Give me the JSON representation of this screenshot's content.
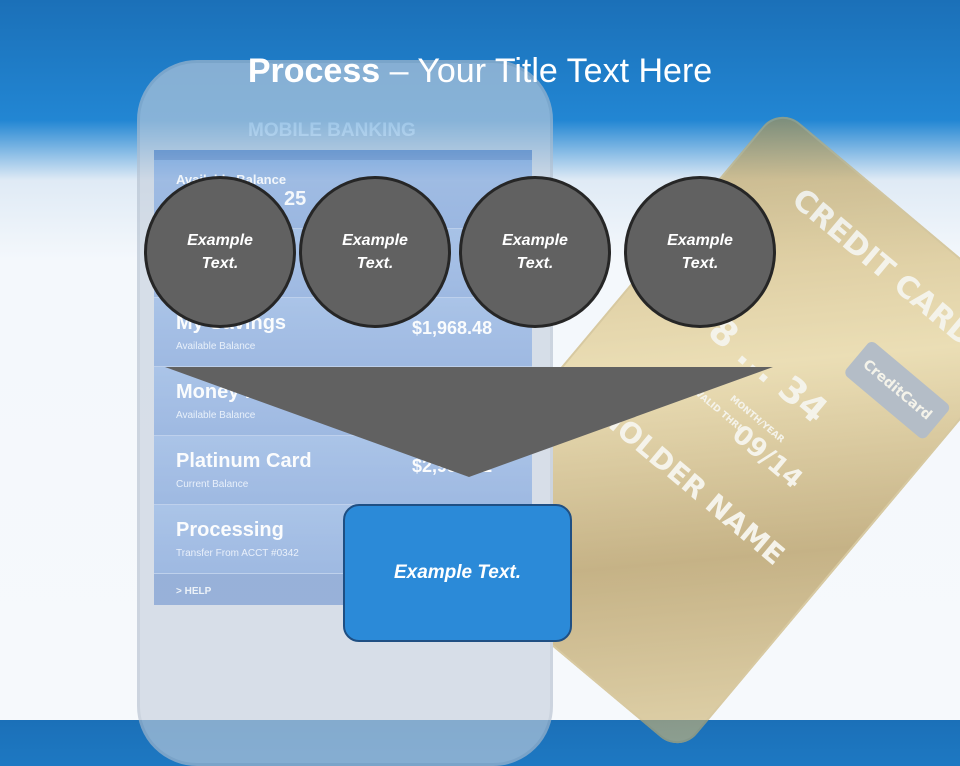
{
  "slide": {
    "title_bold": "Process",
    "title_rest": " – Your Title Text Here"
  },
  "steps": [
    {
      "line1": "Example",
      "line2": "Text."
    },
    {
      "line1": "Example",
      "line2": "Text."
    },
    {
      "line1": "Example",
      "line2": "Text."
    },
    {
      "line1": "Example",
      "line2": "Text."
    }
  ],
  "result": {
    "label": "Example Text."
  },
  "background": {
    "app_header": "MOBILE BANKING",
    "rows": [
      {
        "title": "Available Balance",
        "sub": "",
        "amount": "25"
      },
      {
        "title": "",
        "sub": "",
        "amount": ""
      },
      {
        "title": "My Savings",
        "sub": "Available Balance",
        "amount": "$1,968.48"
      },
      {
        "title": "Money ...",
        "sub": "Available Balance",
        "amount": ""
      },
      {
        "title": "Platinum Card",
        "sub": "Current Balance",
        "amount": "$2,981.52"
      },
      {
        "title": "Processing",
        "sub": "Transfer From ACCT #0342",
        "amount": ""
      }
    ],
    "help": "> HELP",
    "card": {
      "brand": "CREDIT CARD",
      "number_fragment": "678 ... 34",
      "valid_label": "VALID THRU",
      "month_year_label": "MONTH/YEAR",
      "expiry": "09/14",
      "holder": "CHOLDER NAME",
      "logo": "CreditCard"
    }
  },
  "colors": {
    "header_blue": "#1b70b8",
    "circle_fill": "#616161",
    "funnel_fill": "#616161",
    "box_fill": "#2b8ad8"
  }
}
